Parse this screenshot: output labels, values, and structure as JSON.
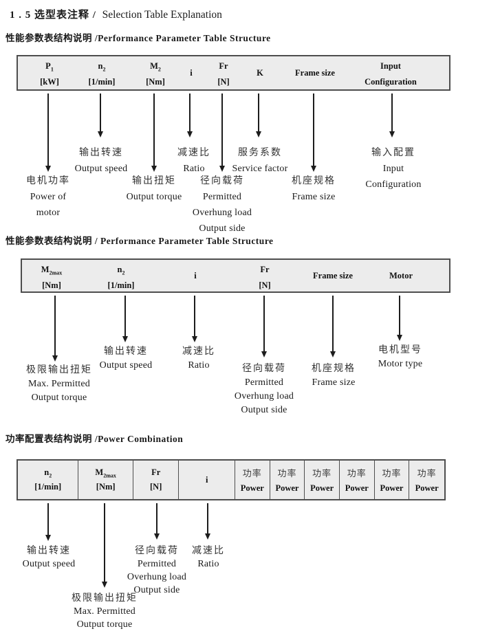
{
  "title": {
    "zh": "1 . 5 选型表注释 /",
    "en": "Selection Table Explanation"
  },
  "colors": {
    "table_fill": "#ececec",
    "table_border": "#4d4d4d",
    "text": "#1a1a1a",
    "background": "#ffffff"
  },
  "sections": [
    {
      "heading": "性能参数表结构说明 /Performance Parameter Table Structure",
      "columns": [
        {
          "sym": "P",
          "sub": "1",
          "unit": "[kW]"
        },
        {
          "sym": "n",
          "sub": "2",
          "unit": "[1/min]"
        },
        {
          "sym": "M",
          "sub": "2",
          "unit": "[Nm]"
        },
        {
          "sym": "i"
        },
        {
          "sym": "Fr",
          "unit": "[N]"
        },
        {
          "sym": "K"
        },
        {
          "sym": "Frame size"
        },
        {
          "sym": "Input",
          "unit": "Configuration"
        }
      ],
      "callouts": [
        {
          "lines": [
            "电机功率",
            "Power of",
            "motor"
          ]
        },
        {
          "lines": [
            "输出转速",
            "Output speed"
          ]
        },
        {
          "lines": [
            "输出扭矩",
            "Output torque"
          ]
        },
        {
          "lines": [
            "减速比",
            "Ratio"
          ]
        },
        {
          "lines": [
            "径向载荷",
            "Permitted",
            "Overhung load",
            "Output side"
          ]
        },
        {
          "lines": [
            "服务系数",
            "Service factor"
          ]
        },
        {
          "lines": [
            "机座规格",
            "Frame size"
          ]
        },
        {
          "lines": [
            "输入配置",
            "Input",
            "Configuration"
          ]
        }
      ]
    },
    {
      "heading": "性能参数表结构说明 / Performance Parameter Table Structure",
      "columns": [
        {
          "sym": "M",
          "sub": "2max",
          "unit": "[Nm]"
        },
        {
          "sym": "n",
          "sub": "2",
          "unit": "[1/min]"
        },
        {
          "sym": "i"
        },
        {
          "sym": "Fr",
          "unit": "[N]"
        },
        {
          "sym": "Frame size"
        },
        {
          "sym": "Motor"
        }
      ],
      "callouts": [
        {
          "lines": [
            "极限输出扭矩",
            "Max. Permitted",
            "Output torque"
          ]
        },
        {
          "lines": [
            "输出转速",
            "Output speed"
          ]
        },
        {
          "lines": [
            "减速比",
            "Ratio"
          ]
        },
        {
          "lines": [
            "径向载荷",
            "Permitted",
            "Overhung load",
            "Output side"
          ]
        },
        {
          "lines": [
            "机座规格",
            "Frame size"
          ]
        },
        {
          "lines": [
            "电机型号",
            "Motor type"
          ]
        }
      ]
    },
    {
      "heading": "功率配置表结构说明 /Power Combination",
      "columns": [
        {
          "sym": "n",
          "sub": "2",
          "unit": "[1/min]"
        },
        {
          "sym": "M",
          "sub": "2max",
          "unit": "[Nm]"
        },
        {
          "sym": "Fr",
          "unit": "[N]"
        },
        {
          "sym": "i"
        },
        {
          "sym": "功率",
          "unit": "Power"
        },
        {
          "sym": "功率",
          "unit": "Power"
        },
        {
          "sym": "功率",
          "unit": "Power"
        },
        {
          "sym": "功率",
          "unit": "Power"
        },
        {
          "sym": "功率",
          "unit": "Power"
        },
        {
          "sym": "功率",
          "unit": "Power"
        }
      ],
      "callouts": [
        {
          "lines": [
            "输出转速",
            "Output speed"
          ]
        },
        {
          "lines": [
            "极限输出扭矩",
            "Max. Permitted",
            "Output torque"
          ]
        },
        {
          "lines": [
            "径向载荷",
            "Permitted",
            "Overhung load",
            "Output side"
          ]
        },
        {
          "lines": [
            "减速比",
            "Ratio"
          ]
        }
      ]
    }
  ]
}
